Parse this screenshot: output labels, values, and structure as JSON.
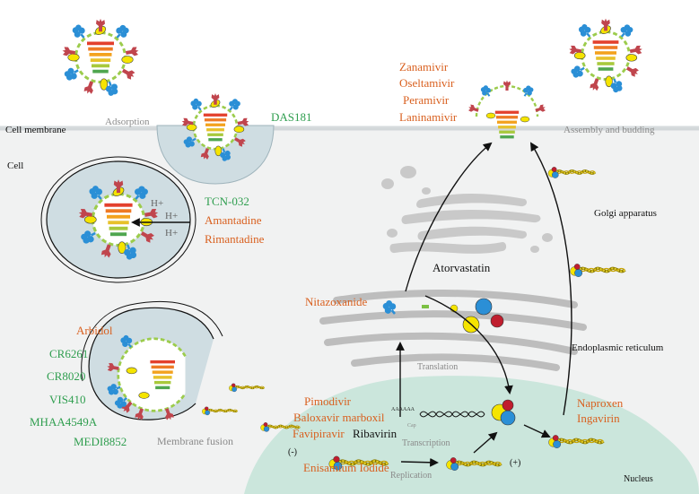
{
  "labels": {
    "cell_membrane": "Cell membrane",
    "cell": "Cell",
    "adsorption": "Adsorption",
    "assembly_budding": "Assembly and budding",
    "golgi": "Golgi apparatus",
    "er": "Endoplasmic reticulum",
    "membrane_fusion": "Membrane fusion",
    "translation": "Translation",
    "transcription": "Transcription",
    "replication": "Replication",
    "nucleus": "Nucleus",
    "cap": "Cap",
    "polya": "AAAAAA",
    "minus": "(-)",
    "plus": "(+)",
    "hplus": "H+"
  },
  "drugs": {
    "das181": "DAS181",
    "zanamivir": "Zanamivir",
    "oseltamivir": "Oseltamivir",
    "peramivir": "Peramivir",
    "laninamivir": "Laninamivir",
    "tcn032": "TCN-032",
    "amantadine": "Amantadine",
    "rimantadine": "Rimantadine",
    "atorvastatin": "Atorvastatin",
    "nitazoxanide": "Nitazoxanide",
    "arbidol": "Arbidol",
    "cr6261": "CR6261",
    "cr8020": "CR8020",
    "vis410": "VIS410",
    "mhaa4549a": "MHAA4549A",
    "medi8852": "MEDI8852",
    "pimodivir": "Pimodivir",
    "baloxavir": "Baloxavir marboxil",
    "favipiravir": "Favipiravir",
    "ribavirin": "Ribavirin",
    "enisamium": "Enisamium Iodide",
    "naproxen": "Naproxen",
    "ingavirin": "Ingavirin"
  },
  "colors": {
    "orange_drug": "#d9601f",
    "green_drug": "#2f9e4f",
    "cytoplasm": "#f1f2f2",
    "endosome": "#cfdde2",
    "nucleus": "#cbe6dc",
    "organelle": "#c9c9c9",
    "ha_spike": "#c0454d",
    "na_spike": "#2b8fd6",
    "m2": "#f5e400",
    "envelope": "#9ccc4c"
  }
}
